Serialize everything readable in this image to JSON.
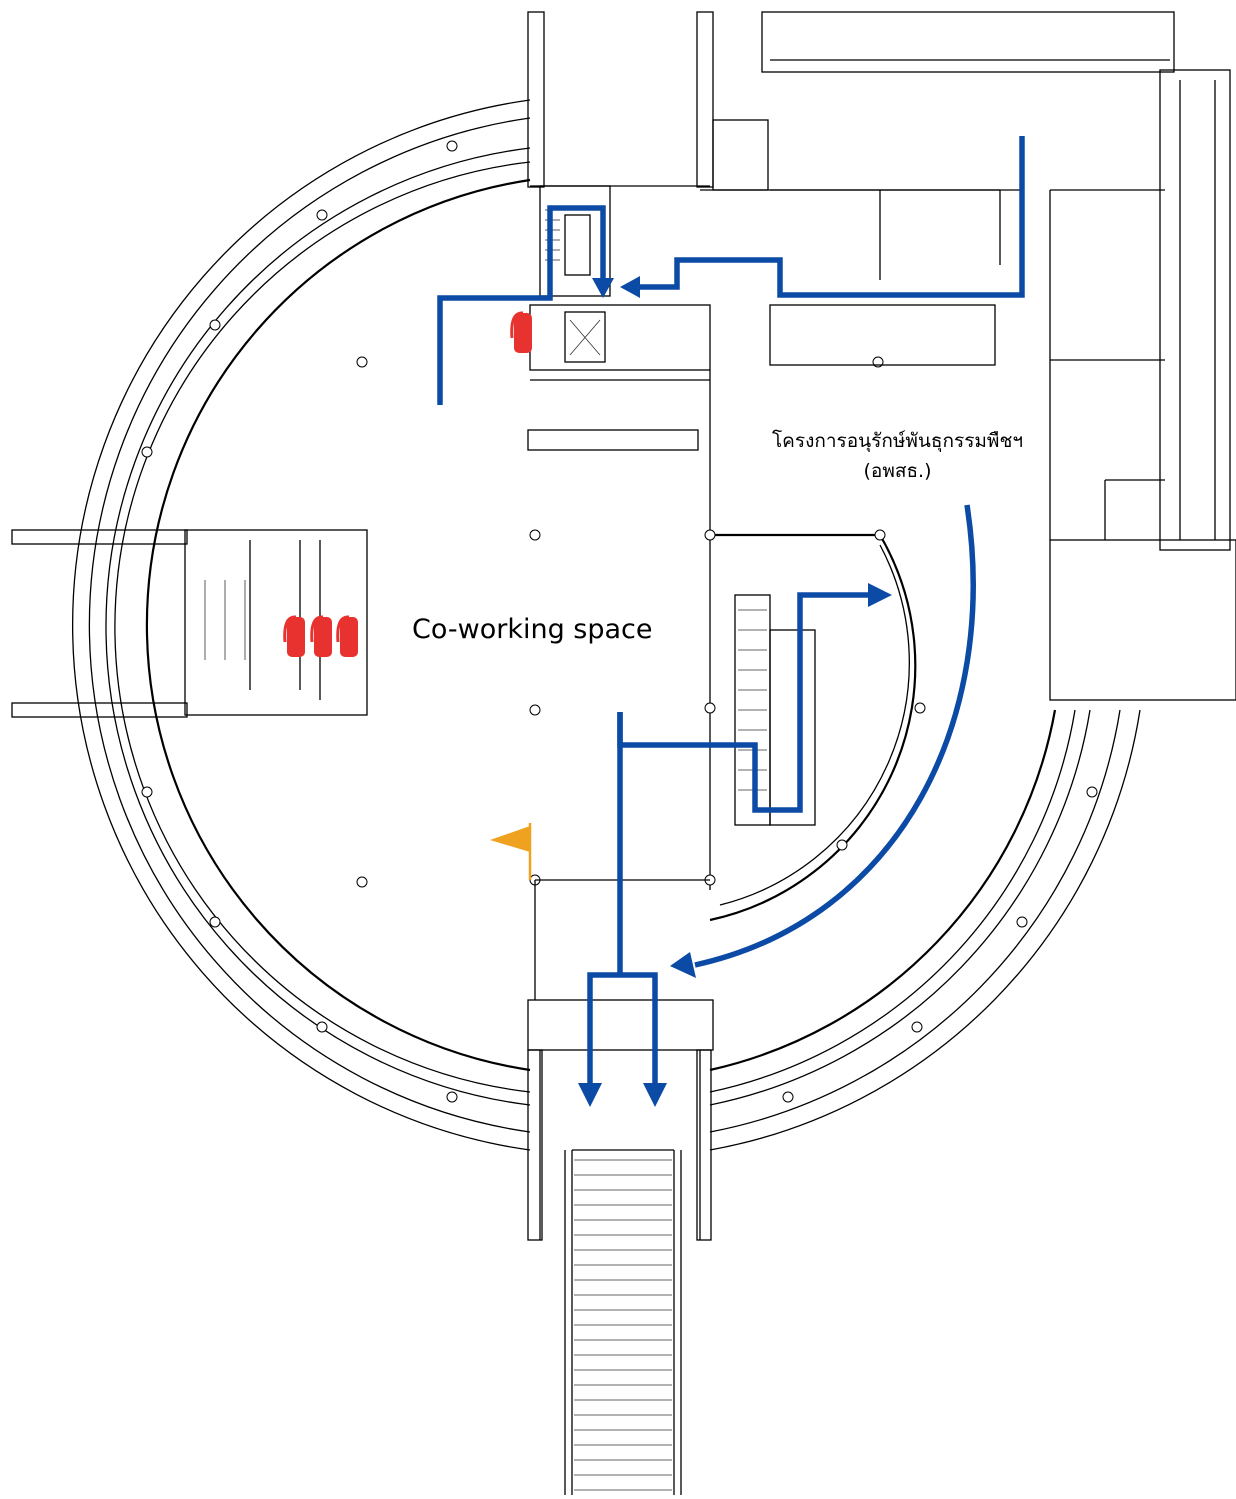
{
  "plan": {
    "labels": {
      "coworking": "Co-working space",
      "project_line1": "โครงการอนุรักษ์พันธุกรรมพืชฯ",
      "project_line2": "(อพสธ.)"
    },
    "legend_colors": {
      "evacuation_route": "#0b4aa5",
      "fire_extinguisher": "#e8322f",
      "assembly_flag": "#eea21f",
      "walls": "#000000"
    },
    "icons": {
      "extinguisher": "fire-extinguisher-icon",
      "flag": "assembly-point-flag-icon",
      "arrow": "evacuation-arrow-icon"
    }
  }
}
